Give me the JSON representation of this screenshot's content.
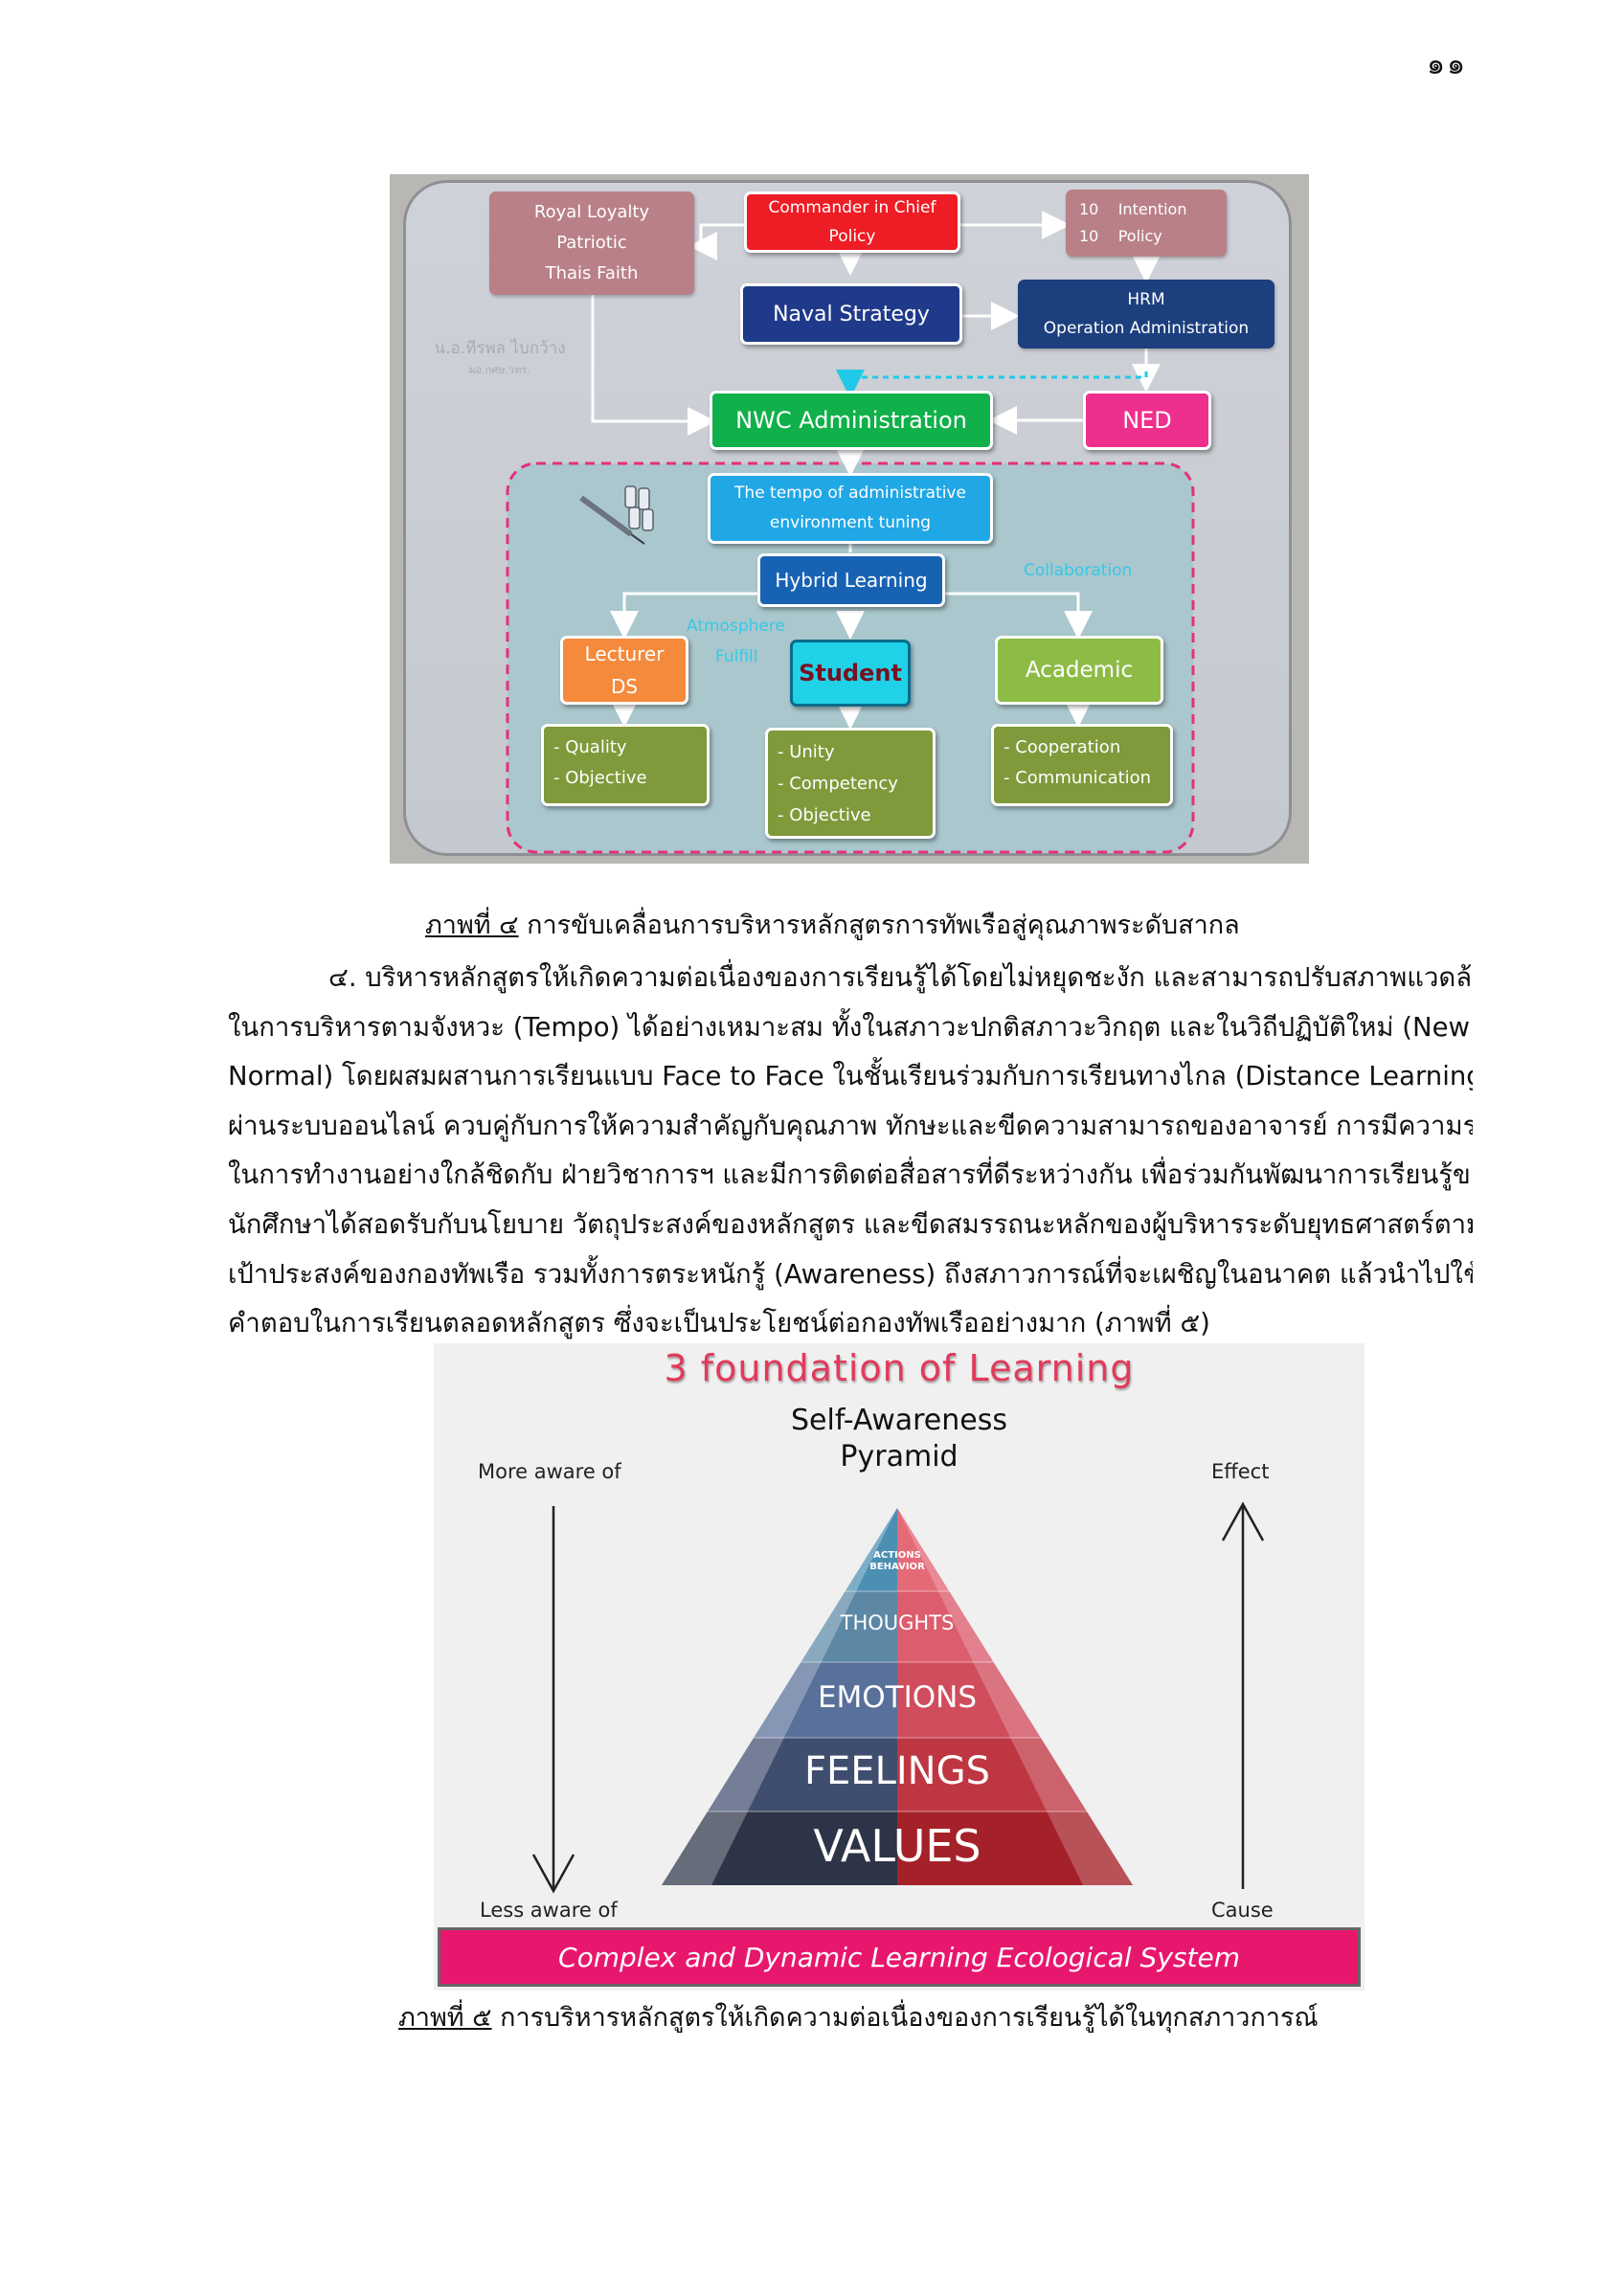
{
  "page_number": "๑๑",
  "figure4": {
    "royal_loyalty": [
      "Royal Loyalty",
      "Patriotic",
      "Thais Faith"
    ],
    "commander": [
      "Commander in Chief",
      "Policy"
    ],
    "intention": [
      "10    Intention",
      "10    Policy"
    ],
    "naval_strategy": "Naval Strategy",
    "hrm": [
      "HRM",
      "Operation Administration"
    ],
    "watermark": [
      "น.อ.ทีรพล ไบกว้าง",
      "ผอ.กศษ.วทร."
    ],
    "nwc": "NWC Administration",
    "ned": "NED",
    "tempo": [
      "The tempo of  administrative",
      "environment tuning"
    ],
    "hybrid": "Hybrid Learning",
    "collaboration": "Collaboration",
    "atmosphere": "Atmosphere",
    "fulfill": "Fulfill",
    "lecturer": [
      "Lecturer",
      "DS"
    ],
    "student": "Student",
    "academic": "Academic",
    "lecturer_items": [
      "- Quality",
      "- Objective"
    ],
    "student_items": [
      "- Unity",
      "- Competency",
      "- Objective"
    ],
    "academic_items": [
      "- Cooperation",
      "- Communication"
    ]
  },
  "caption4": {
    "label": "ภาพที่ ๔",
    "text": " การขับเคลื่อนการบริหารหลักสูตรการทัพเรือสู่คุณภาพระดับสากล"
  },
  "paragraph": [
    "๔. บริหารหลักสูตรให้เกิดความต่อเนื่องของการเรียนรู้ได้โดยไม่หยุดชะงัก และสามารถปรับสภาพแวดล้อม",
    "ในการบริหารตามจังหวะ (Tempo)  ได้อย่างเหมาะสม ทั้งในสภาวะปกติสภาวะวิกฤต และในวิถีปฏิบัติใหม่ (New",
    "Normal) โดยผสมผสานการเรียนแบบ Face to Face ในชั้นเรียนร่วมกับการเรียนทางไกล (Distance Learning)",
    "ผ่านระบบออนไลน์ ควบคู่กับการให้ความสำคัญกับคุณภาพ ทักษะและขีดความสามารถของอาจารย์ การมีความร่วมมือ",
    "ในการทำงานอย่างใกล้ชิดกับ ฝ่ายวิชาการฯ และมีการติดต่อสื่อสารที่ดีระหว่างกัน เพื่อร่วมกันพัฒนาการเรียนรู้ของ",
    "นักศึกษาได้สอดรับกับนโยบาย วัตถุประสงค์ของหลักสูตร และขีดสมรรถนะหลักของผู้บริหารระดับยุทธศาสตร์ตาม",
    "เป้าประสงค์ของกองทัพเรือ รวมทั้งการตระหนักรู้ (Awareness) ถึงสภาวการณ์ที่จะเผชิญในอนาคต แล้วนำไปใช้หา",
    "คำตอบในการเรียนตลอดหลักสูตร ซึ่งจะเป็นประโยชน์ต่อกองทัพเรืออย่างมาก (ภาพที่ ๕)"
  ],
  "figure5": {
    "title": "3 foundation of Learning",
    "subtitle": [
      "Self-Awareness",
      "Pyramid"
    ],
    "left_top": "More aware of",
    "left_bottom": "Less aware of",
    "right_top": "Effect",
    "right_bottom": "Cause",
    "levels": [
      "ACTIONS",
      "BEHAVIOR",
      "THOUGHTS",
      "EMOTIONS",
      "FEELINGS",
      "VALUES"
    ],
    "banner": "Complex and Dynamic Learning Ecological System"
  },
  "caption5": {
    "label": "ภาพที่ ๕",
    "text": " การบริหารหลักสูตรให้เกิดความต่อเนื่องของการเรียนรู้ได้ในทุกสภาวการณ์"
  }
}
